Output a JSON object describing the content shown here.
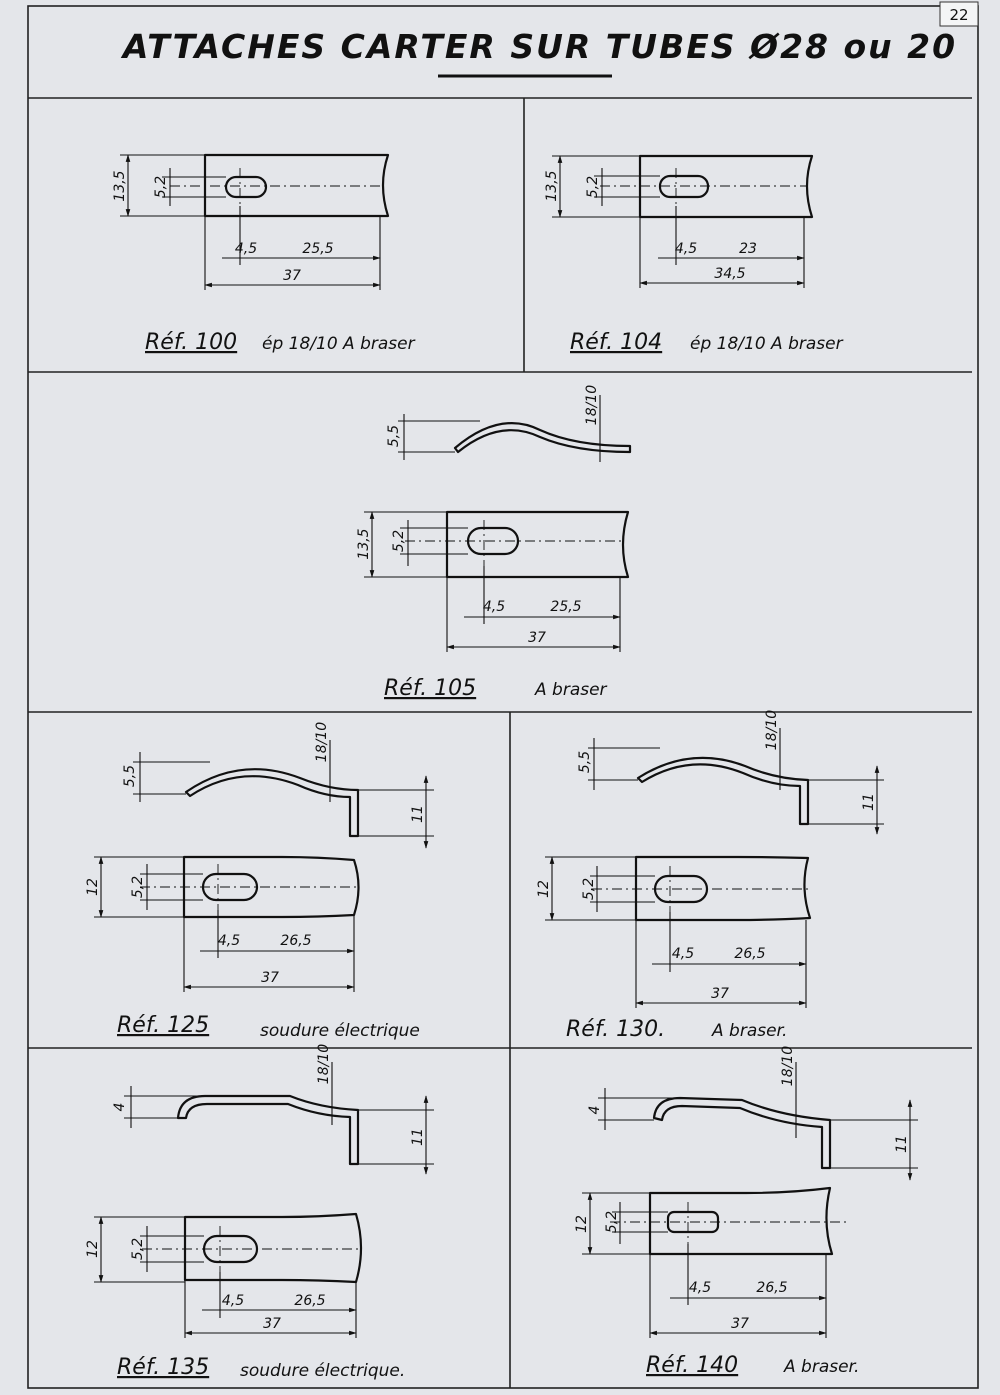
{
  "page_number": "22",
  "title": "ATTACHES CARTER SUR TUBES Ø28 ou 20",
  "parts": [
    {
      "ref": "Réf. 100",
      "note": "ép 18/10   A braser",
      "dims": {
        "height": "13,5",
        "slot": "5,2",
        "offset": "4,5",
        "length_a": "25,5",
        "total": "37"
      }
    },
    {
      "ref": "Réf. 104",
      "note": "ép 18/10   A braser",
      "dims": {
        "height": "13,5",
        "slot": "5,2",
        "offset": "4,5",
        "length_a": "23",
        "total": "34,5"
      }
    },
    {
      "ref": "Réf. 105",
      "note": "A braser",
      "dims": {
        "rise": "5,5",
        "thickness": "18/10",
        "height": "13,5",
        "slot": "5,2",
        "offset": "4,5",
        "length_a": "25,5",
        "total": "37"
      }
    },
    {
      "ref": "Réf. 125",
      "note": "soudure électrique",
      "dims": {
        "rise": "5,5",
        "thickness": "18/10",
        "drop": "11",
        "height": "12",
        "slot": "5,2",
        "offset": "4,5",
        "length_a": "26,5",
        "total": "37"
      }
    },
    {
      "ref": "Réf. 130.",
      "note": "A braser.",
      "dims": {
        "rise": "5,5",
        "thickness": "18/10",
        "drop": "11",
        "height": "12",
        "slot": "5,2",
        "offset": "4,5",
        "length_a": "26,5",
        "total": "37"
      }
    },
    {
      "ref": "Réf. 135",
      "note": "soudure électrique.",
      "dims": {
        "rise": "4",
        "thickness": "18/10",
        "drop": "11",
        "height": "12",
        "slot": "5,2",
        "offset": "4,5",
        "length_a": "26,5",
        "total": "37"
      }
    },
    {
      "ref": "Réf. 140",
      "note": "A braser.",
      "dims": {
        "rise": "4",
        "thickness": "18/10",
        "drop": "11",
        "height": "12",
        "slot": "5,2",
        "offset": "4,5",
        "length_a": "26,5",
        "total": "37"
      }
    }
  ]
}
